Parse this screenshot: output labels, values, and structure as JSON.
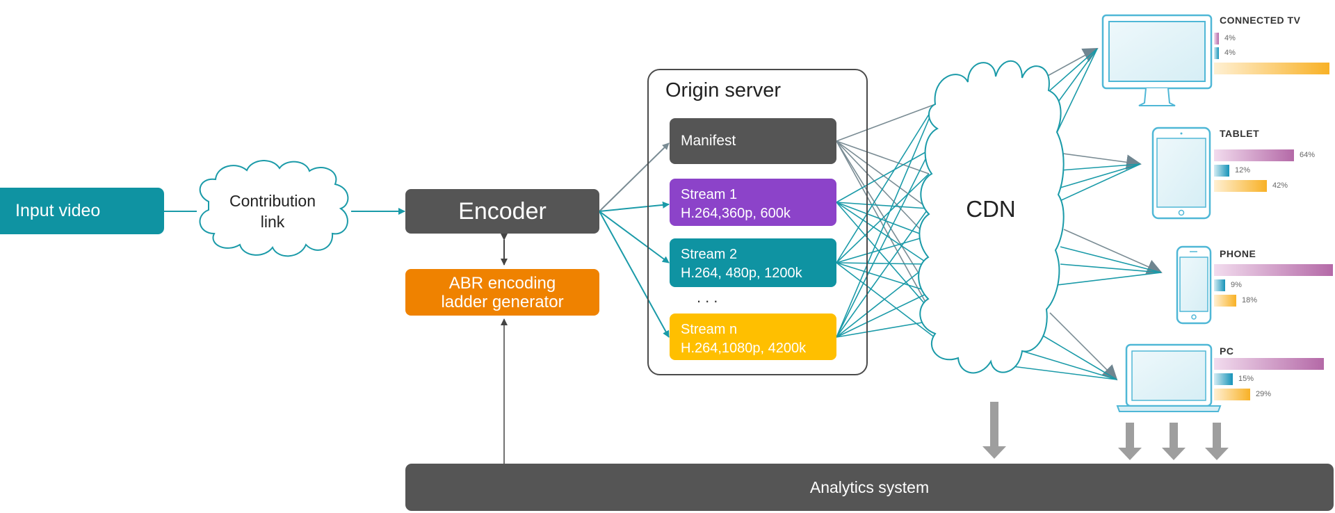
{
  "colors": {
    "teal": "#0f93a2",
    "dark": "#555555",
    "orange": "#ef8200",
    "purple": "#8c43c9",
    "yellow": "#ffbf00",
    "link_teal": "#1a9aa8",
    "link_gray": "#7a8c94",
    "device_blue": "#4fb7d6",
    "arrow_gray": "#9e9e9e"
  },
  "input": {
    "label": "Input video"
  },
  "contribution": {
    "label_line1": "Contribution",
    "label_line2": "link"
  },
  "encoder": {
    "label": "Encoder"
  },
  "abr": {
    "label_line1": "ABR encoding",
    "label_line2": "ladder generator"
  },
  "origin": {
    "title": "Origin server",
    "manifest": "Manifest",
    "ellipsis": "...",
    "streams": [
      {
        "name": "Stream 1",
        "spec": "H.264,360p, 600k"
      },
      {
        "name": "Stream 2",
        "spec": "H.264, 480p, 1200k"
      },
      {
        "name": "Stream n",
        "spec": "H.264,1080p, 4200k"
      }
    ]
  },
  "cdn": {
    "label": "CDN"
  },
  "analytics": {
    "label": "Analytics system"
  },
  "devices": [
    {
      "id": "tv",
      "title": "CONNECTED TV",
      "bars": [
        {
          "color": "pink",
          "value": 4,
          "label": "4%"
        },
        {
          "color": "blue",
          "value": 4,
          "label": "4%"
        },
        {
          "color": "orange",
          "value": 92,
          "label": ""
        }
      ]
    },
    {
      "id": "tablet",
      "title": "TABLET",
      "bars": [
        {
          "color": "pink",
          "value": 64,
          "label": "64%"
        },
        {
          "color": "blue",
          "value": 12,
          "label": "12%"
        },
        {
          "color": "orange",
          "value": 42,
          "label": "42%"
        }
      ]
    },
    {
      "id": "phone",
      "title": "PHONE",
      "bars": [
        {
          "color": "pink",
          "value": 95,
          "label": ""
        },
        {
          "color": "blue",
          "value": 9,
          "label": "9%"
        },
        {
          "color": "orange",
          "value": 18,
          "label": "18%"
        }
      ]
    },
    {
      "id": "pc",
      "title": "PC",
      "bars": [
        {
          "color": "pink",
          "value": 88,
          "label": ""
        },
        {
          "color": "blue",
          "value": 15,
          "label": "15%"
        },
        {
          "color": "orange",
          "value": 29,
          "label": "29%"
        }
      ]
    }
  ]
}
